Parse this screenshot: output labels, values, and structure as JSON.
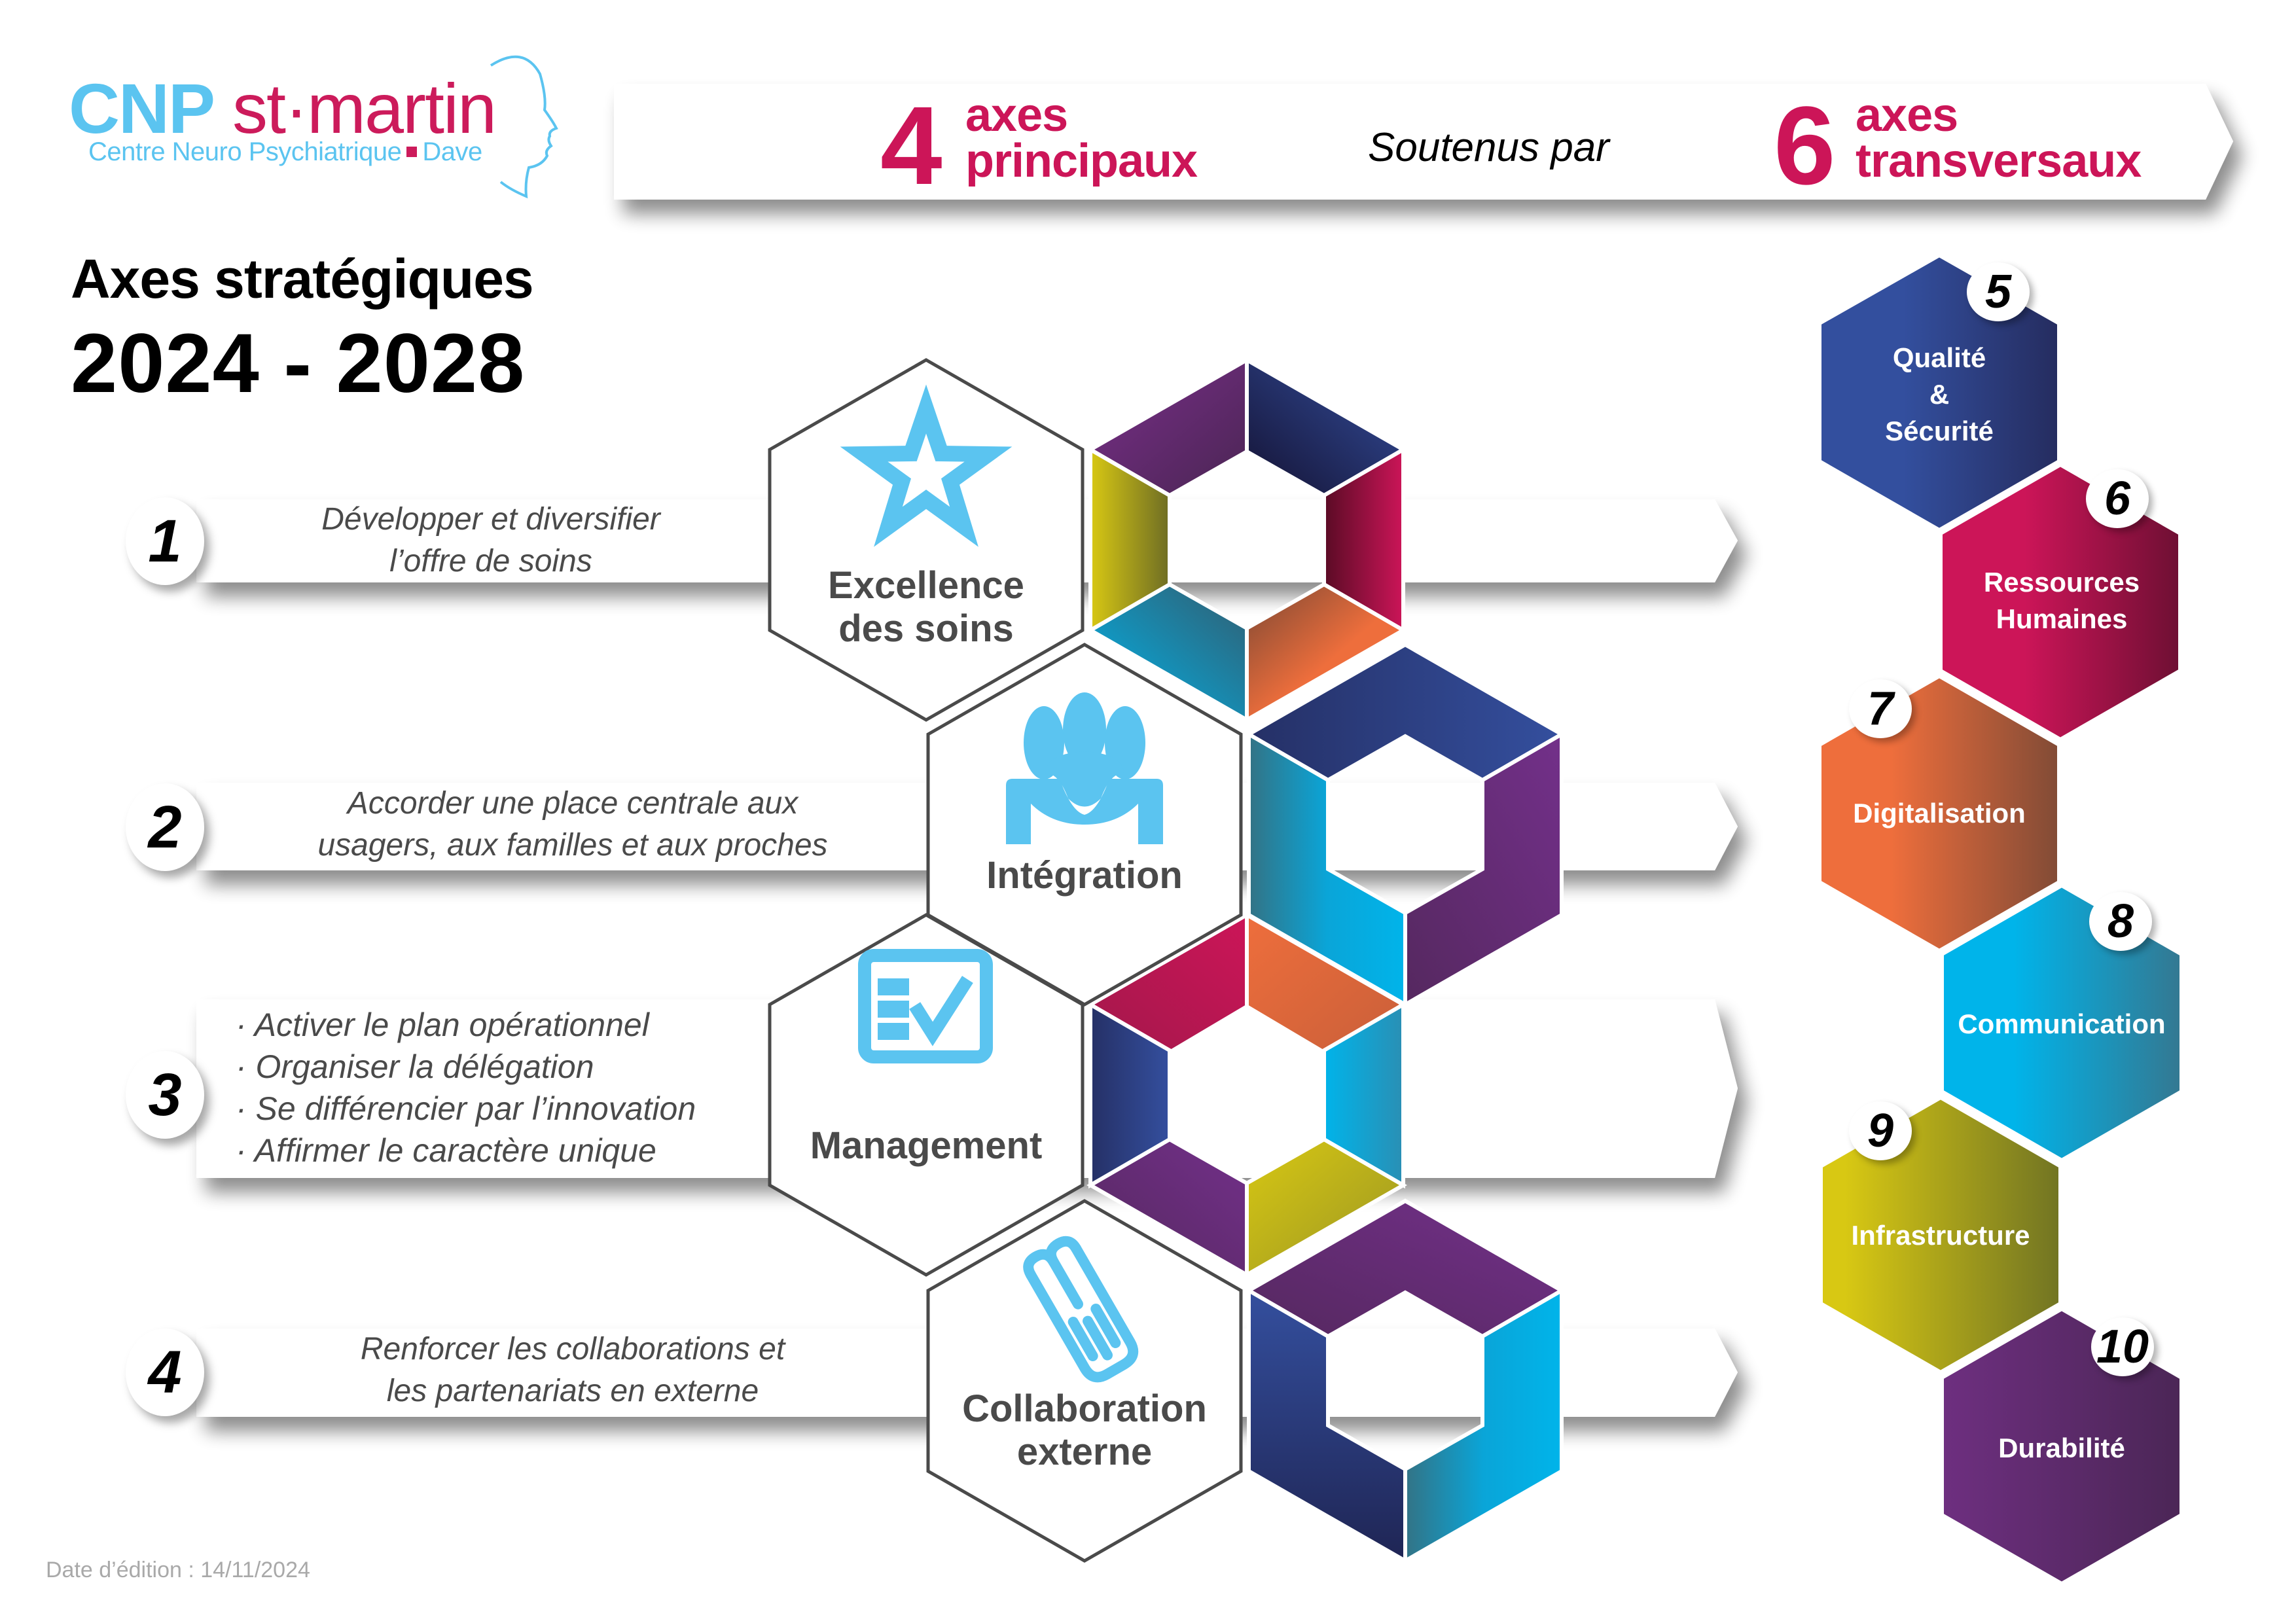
{
  "logo": {
    "cnp": "CNP",
    "name": "st·martin",
    "subtitle_left": "Centre Neuro Psychiatrique",
    "subtitle_right": "Dave",
    "colors": {
      "blue": "#5bc4f0",
      "pink": "#cc1b5b"
    }
  },
  "title": {
    "line1": "Axes stratégiques",
    "line2": "2024 - 2028"
  },
  "banner": {
    "main_count": "4",
    "main_label_1": "axes",
    "main_label_2": "principaux",
    "connector": "Soutenus par",
    "transverse_count": "6",
    "transverse_label_1": "axes",
    "transverse_label_2": "transversaux",
    "accent_color": "#cc1558"
  },
  "main_axes": [
    {
      "number": "1",
      "title_line1": "Excellence",
      "title_line2": "des soins",
      "icon": "star-icon",
      "description": [
        "Développer et diversifier",
        "l’offre de soins"
      ]
    },
    {
      "number": "2",
      "title_line1": "Intégration",
      "title_line2": "",
      "icon": "people-group-icon",
      "description": [
        "Accorder une place centrale aux",
        "usagers, aux familles et aux proches"
      ]
    },
    {
      "number": "3",
      "title_line1": "Management",
      "title_line2": "",
      "icon": "checklist-icon",
      "description": [
        "· Activer le plan opérationnel",
        "· Organiser la délégation",
        "· Se différencier par l’innovation",
        "· Affirmer le caractère unique"
      ]
    },
    {
      "number": "4",
      "title_line1": "Collaboration",
      "title_line2": "externe",
      "icon": "handshake-icon",
      "description": [
        "Renforcer les collaborations et",
        "les partenariats en externe"
      ]
    }
  ],
  "transverse_axes": [
    {
      "number": "5",
      "label_lines": [
        "Qualité",
        "&",
        "Sécurité"
      ],
      "color_from": "#334f9e",
      "color_to": "#252f66"
    },
    {
      "number": "6",
      "label_lines": [
        "Ressources",
        "Humaines"
      ],
      "color_from": "#cc1558",
      "color_to": "#6e0f33"
    },
    {
      "number": "7",
      "label_lines": [
        "Digitalisation"
      ],
      "color_from": "#ee6e3c",
      "color_to": "#814b36"
    },
    {
      "number": "8",
      "label_lines": [
        "Communication"
      ],
      "color_from": "#00b4ea",
      "color_to": "#347891"
    },
    {
      "number": "9",
      "label_lines": [
        "Infrastructure"
      ],
      "color_from": "#d8c813",
      "color_to": "#717423"
    },
    {
      "number": "10",
      "label_lines": [
        "Durabilité"
      ],
      "color_from": "#6e2f80",
      "color_to": "#4b2656"
    }
  ],
  "icon_color": "#5bc4f0",
  "footer": {
    "edition_date": "Date d’édition : 14/11/2024"
  }
}
